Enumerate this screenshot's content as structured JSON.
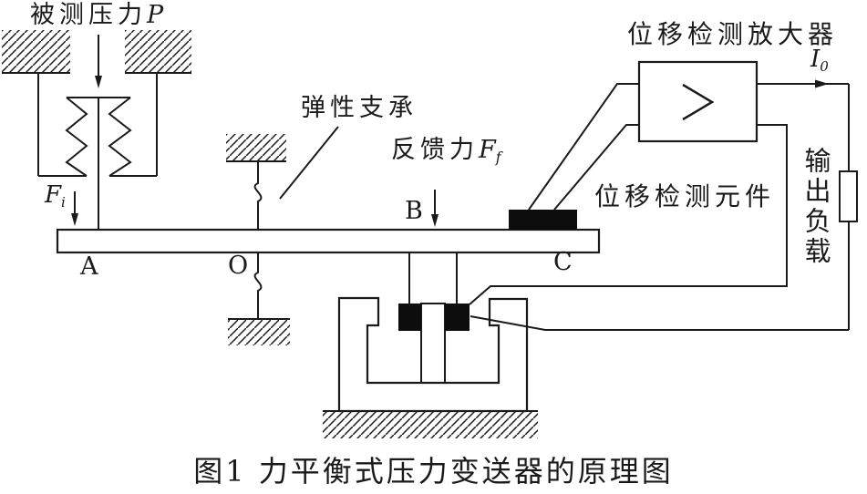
{
  "colors": {
    "line": "#1a1a1a",
    "coil_fill": "#0d0d0d",
    "background": "#ffffff"
  },
  "labels": {
    "measured_pressure": {
      "cjk": "被测压力",
      "sym": "P"
    },
    "input_force": {
      "sym": "F",
      "sub": "i"
    },
    "elastic_support": "弹性支承",
    "feedback_force": {
      "cjk": "反馈力",
      "sym": "F",
      "sub": "f"
    },
    "amplifier": "位移检测放大器",
    "detection_element": "位移检测元件",
    "output_current": {
      "sym": "I",
      "sub": "0"
    },
    "output_load": "输出负载",
    "points": {
      "a": "A",
      "o": "O",
      "b": "B",
      "c": "C"
    }
  },
  "caption": "图1 力平衡式压力变送器的原理图"
}
